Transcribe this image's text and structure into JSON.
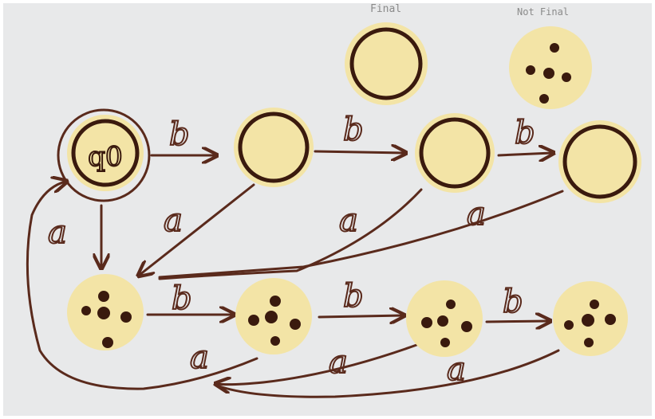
{
  "legend": {
    "final_label": "Final",
    "not_final_label": "Not Final"
  },
  "start_state_label": "q0",
  "colors": {
    "board": "#e8e9ea",
    "cookie": "#f3e4a6",
    "chocolate": "#3a1a0e",
    "stroke": "#5a2a1c",
    "legend_text": "#8a8a8a"
  },
  "states": [
    {
      "id": "s0",
      "kind": "final",
      "start": true
    },
    {
      "id": "s1",
      "kind": "final"
    },
    {
      "id": "s2",
      "kind": "final"
    },
    {
      "id": "s3",
      "kind": "final"
    },
    {
      "id": "n0",
      "kind": "not-final"
    },
    {
      "id": "n1",
      "kind": "not-final"
    },
    {
      "id": "n2",
      "kind": "not-final"
    },
    {
      "id": "n3",
      "kind": "not-final"
    }
  ],
  "transitions": [
    {
      "from": "s0",
      "to": "s1",
      "label": "b"
    },
    {
      "from": "s1",
      "to": "s2",
      "label": "b"
    },
    {
      "from": "s2",
      "to": "s3",
      "label": "b"
    },
    {
      "from": "s0",
      "to": "n0",
      "label": "a"
    },
    {
      "from": "s1",
      "to": "n0",
      "label": "a"
    },
    {
      "from": "s2",
      "to": "n0",
      "label": "a"
    },
    {
      "from": "s3",
      "to": "n0",
      "label": "a"
    },
    {
      "from": "n0",
      "to": "n1",
      "label": "b"
    },
    {
      "from": "n1",
      "to": "n2",
      "label": "b"
    },
    {
      "from": "n2",
      "to": "n3",
      "label": "b"
    },
    {
      "from": "n1",
      "to": "s0",
      "label": "a"
    },
    {
      "from": "n2",
      "to": "s0",
      "label": "a"
    },
    {
      "from": "n3",
      "to": "s0",
      "label": "a"
    }
  ]
}
